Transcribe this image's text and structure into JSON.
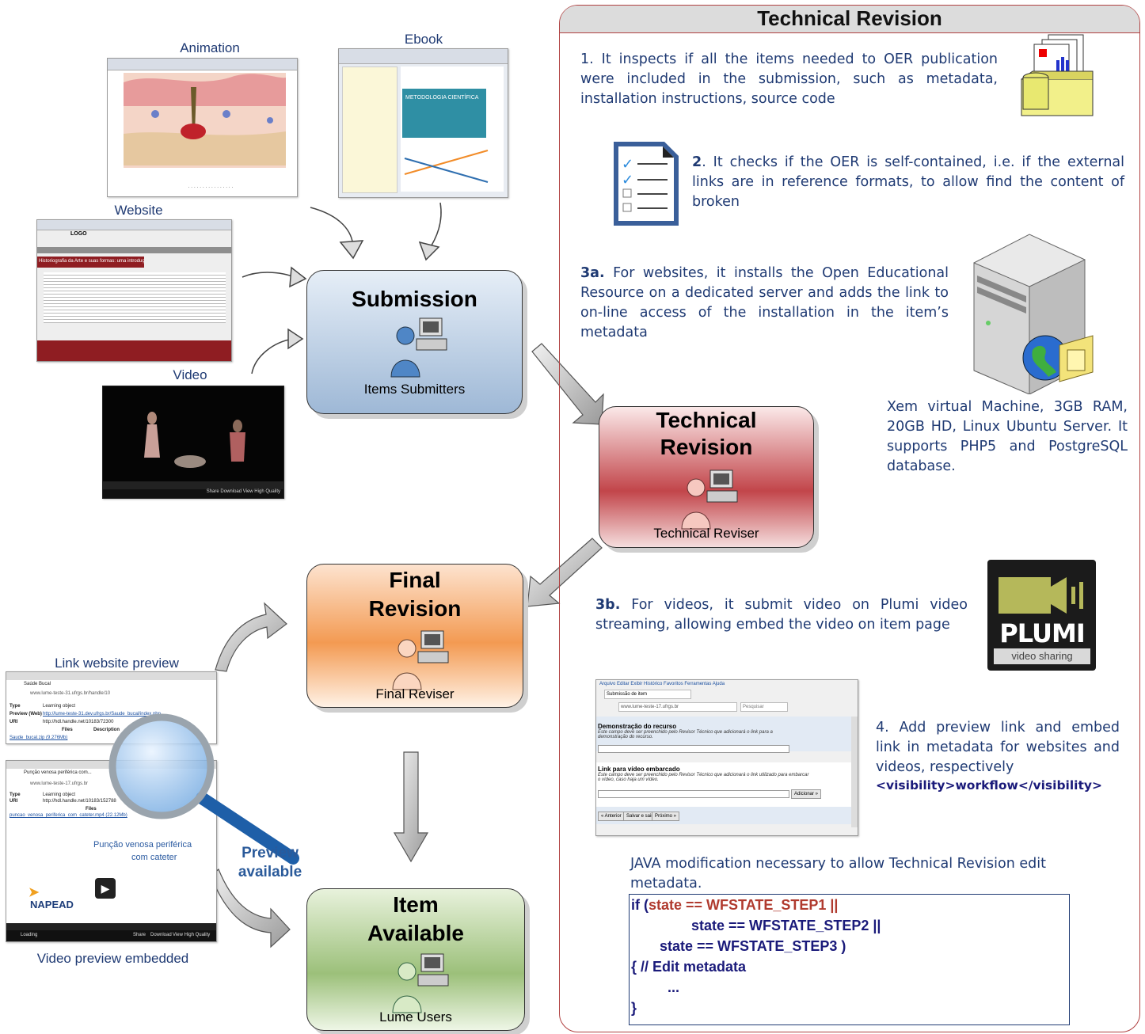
{
  "labels": {
    "animation": "Animation",
    "ebook": "Ebook",
    "website": "Website",
    "video": "Video",
    "link_preview": "Link website preview",
    "video_preview": "Video preview embedded",
    "preview_available_1": "Preview",
    "preview_available_2": "available"
  },
  "stages": {
    "submission": {
      "title": "Submission",
      "role": "Items Submitters"
    },
    "technical": {
      "title1": "Technical",
      "title2": "Revision",
      "role": "Technical Reviser"
    },
    "final": {
      "title1": "Final",
      "title2": "Revision",
      "role": "Final Reviser"
    },
    "item": {
      "title1": "Item",
      "title2": "Available",
      "role": "Lume Users"
    }
  },
  "panel": {
    "title": "Technical Revision",
    "step1": "1. It inspects if all the items needed to OER publication were included in the submission, such as metadata, installation instructions, source code",
    "step2_num": "2",
    "step2": ". It checks if the OER is self-contained, i.e. if the external links are in reference formats, to allow find the content of broken",
    "step3a_num": "3a.",
    "step3a": " For websites, it installs the Open Educational Resource on a dedicated server and adds the link to on-line access of the installation in the item’s metadata",
    "server": "Xem virtual Machine, 3GB RAM, 20GB HD, Linux Ubuntu Server. It supports PHP5 and PostgreSQL database.",
    "step3b_num": "3b.",
    "step3b": " For videos, it submit video on Plumi video streaming, allowing embed the video on item page",
    "step4": "4. Add preview link and embed link in metadata for websites and videos, respectively",
    "step4_code": "<visibility>workflow</visibility>",
    "java_note": "JAVA modification necessary to allow Technical Revision edit metadata.",
    "code_l1a": "if (",
    "code_l1b": "state == WFSTATE_STEP1 ||",
    "code_l2": "state == WFSTATE_STEP2 ||",
    "code_l3": "state == WFSTATE_STEP3 )",
    "code_l4": "{ // Edit metadata",
    "code_l5": "...",
    "code_l6": "}"
  },
  "plumi": {
    "brand": "PLUMI",
    "tag": "video sharing"
  },
  "form": {
    "tab": "Submissão de item",
    "url": "www.lume-teste-17.ufrgs.br",
    "search": "Pesquisar",
    "menu": "Arquivo   Editar   Exibir   Histórico   Favoritos   Ferramentas   Ajuda",
    "f1_label": "Demonstração do recurso",
    "f1_help": "Este campo deve ser preenchido pelo Revisor Técnico que adicionará o link para a demonstração do recurso.",
    "f2_label": "Link para vídeo embarcado",
    "f2_help": "Este campo deve ser preenchido pelo Revisor Técnico que adicionará o link utilizado para embarcar o vídeo, caso haja um vídeo.",
    "add_btn": "Adicionar »",
    "prev_btn": "« Anterior",
    "save_btn": "Salvar e sair",
    "next_btn": "Próximo »"
  },
  "preview": {
    "tab1": "Saúde Bucal",
    "url1": "www.lume-teste-31.ufrgs.br/handle/10",
    "type_k": "Type",
    "type_v": "Learning object",
    "pw_k": "Preview (Web)",
    "pw_v": "http://lume-teste-31.dev.ufrgs.br/Saude_bucal/index.php",
    "uri_k": "URI",
    "uri_v": "http://hdl.handle.net/10183/72300",
    "files": "Files",
    "desc": "Description",
    "file1": "Saude_bucal.zip (9.276Mb)",
    "tab2": "Punção venosa periférica com...",
    "url2": "www.lume-teste-17.ufrgs.br",
    "uri2_v": "http://hdl.handle.net/10183/152788",
    "file2": "puncao_venosa_periferica_com_cateter.mp4 (22.12Mb)",
    "video_title1": "Punção venosa periférica",
    "video_title2": "com cateter",
    "napead": "NAPEAD",
    "loading": "Loading",
    "share": "Share",
    "download": "Download",
    "vhq": "View High Quality"
  },
  "thumbs": {
    "website_logo": "LOGO",
    "website_heading": "Historiografia da Arte e suas formas: uma introdução.",
    "ebook_title": "METODOLOGIA CIENTÍFICA",
    "video_bar": "Share   Download   View High Quality"
  },
  "colors": {
    "navy": "#1f3a73",
    "panel_border": "#b04040",
    "submission": "#b9cde3",
    "technical": "#c2454a",
    "final": "#f39a52",
    "item": "#9cc07a"
  }
}
